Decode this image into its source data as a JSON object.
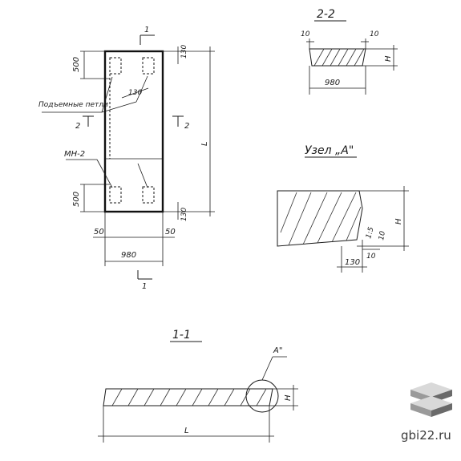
{
  "plan": {
    "section_mark_top": "1",
    "section_mark_bottom": "1",
    "section_mark_left": "2",
    "section_mark_right": "2",
    "dim_top_offset": "500",
    "dim_bottom_offset": "500",
    "dim_top_edge": "130",
    "dim_bottom_edge": "130",
    "dim_loop_offset": "130",
    "dim_left_edge": "50",
    "dim_right_edge": "50",
    "dim_width": "980",
    "dim_length": "L",
    "loops_label": "Подъемные петли",
    "mesh_label": "МН-2"
  },
  "section22": {
    "title": "2-2",
    "dim_left": "10",
    "dim_right": "10",
    "dim_height": "H",
    "dim_width": "980"
  },
  "node": {
    "title": "Узел „А\"",
    "dim_height": "H",
    "dim_slope": "1:5",
    "dim_small": "10",
    "dim_chamfer_v": "10",
    "dim_base": "130"
  },
  "section11": {
    "title": "1-1",
    "node_mark": "А\"",
    "dim_height": "H",
    "dim_length": "L"
  },
  "logo": {
    "text": "gbi22.ru",
    "colors": {
      "top": "#d9d9d9",
      "side": "#9a9a9a",
      "dark": "#6a6a6a"
    }
  }
}
